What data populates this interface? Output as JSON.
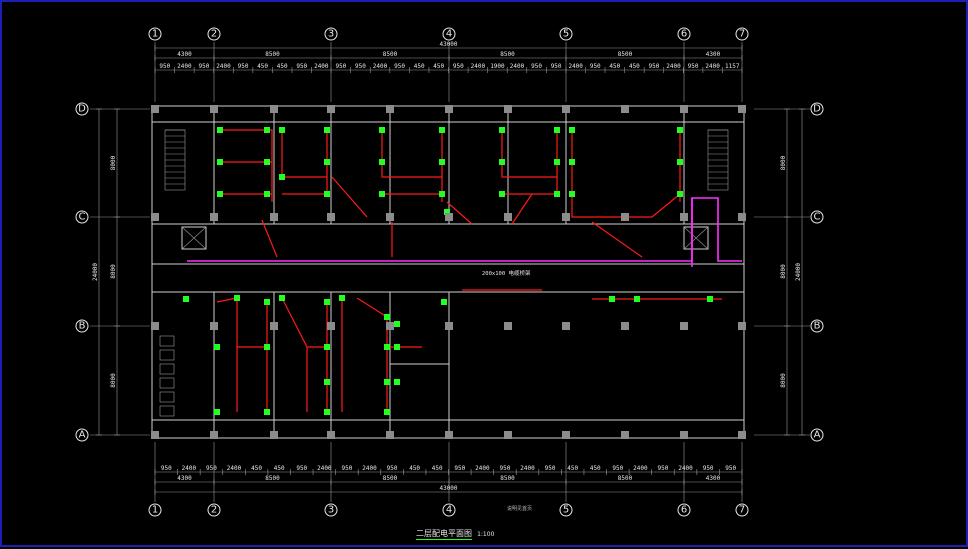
{
  "title": {
    "text": "二层配电平面图",
    "scale": "1:100"
  },
  "grid_columns": [
    "1",
    "2",
    "3",
    "4",
    "5",
    "6",
    "7"
  ],
  "grid_rows": [
    "D",
    "C",
    "B",
    "A"
  ],
  "dims": {
    "top_total": "43000",
    "top_bays": [
      "4300",
      "8500",
      "8500",
      "8500",
      "8500",
      "4300"
    ],
    "top_detail": [
      "950",
      "2400",
      "950",
      "2400",
      "950",
      "450",
      "450",
      "950",
      "2400",
      "950",
      "950",
      "2400",
      "950",
      "450",
      "450",
      "950",
      "2400",
      "1900",
      "2400",
      "950",
      "950",
      "2400",
      "950",
      "450",
      "450",
      "950",
      "2400",
      "950",
      "2400",
      "1157"
    ],
    "bottom_total": "43000",
    "bottom_bays": [
      "4300",
      "8500",
      "8500",
      "8500",
      "8500",
      "4300"
    ],
    "bottom_detail": [
      "950",
      "2400",
      "950",
      "2400",
      "450",
      "450",
      "950",
      "2400",
      "950",
      "2400",
      "950",
      "450",
      "450",
      "950",
      "2400",
      "950",
      "2400",
      "950",
      "450",
      "450",
      "950",
      "2400",
      "950",
      "2400",
      "950",
      "950"
    ],
    "left_total": "24000",
    "left_spans": [
      "8000",
      "8000",
      "8000"
    ],
    "right_total": "24000",
    "right_spans": [
      "8000",
      "8000",
      "8000"
    ]
  },
  "annotations": {
    "tray": "200x100 电缆桥架",
    "sheet_note": "说明见首页"
  }
}
